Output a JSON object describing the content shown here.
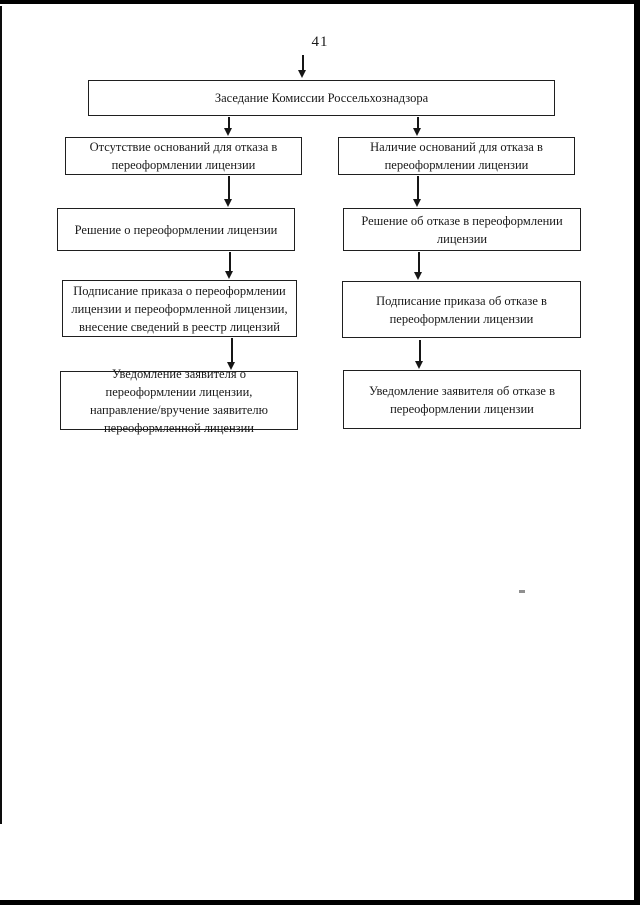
{
  "page": {
    "number": "41"
  },
  "flowchart": {
    "root": {
      "label": "Заседание Комиссии Россельхознадзора"
    },
    "left_branch": [
      {
        "label": "Отсутствие оснований для отказа в переоформлении лицензии"
      },
      {
        "label": "Решение о переоформлении лицензии"
      },
      {
        "label": "Подписание приказа о переоформлении лицензии и переоформленной лицензии, внесение сведений в реестр лицензий"
      },
      {
        "label": "Уведомление заявителя о переоформлении лицензии, направление/вручение заявителю переоформленной лицензии"
      }
    ],
    "right_branch": [
      {
        "label": "Наличие оснований для отказа в переоформлении лицензии"
      },
      {
        "label": "Решение об отказе в переоформлении лицензии"
      },
      {
        "label": "Подписание приказа об отказе в переоформлении лицензии"
      },
      {
        "label": "Уведомление заявителя об отказе в переоформлении лицензии"
      }
    ]
  },
  "colors": {
    "ink": "#1f1f1f",
    "paper": "#ffffff",
    "scan_edge": "#000000"
  }
}
